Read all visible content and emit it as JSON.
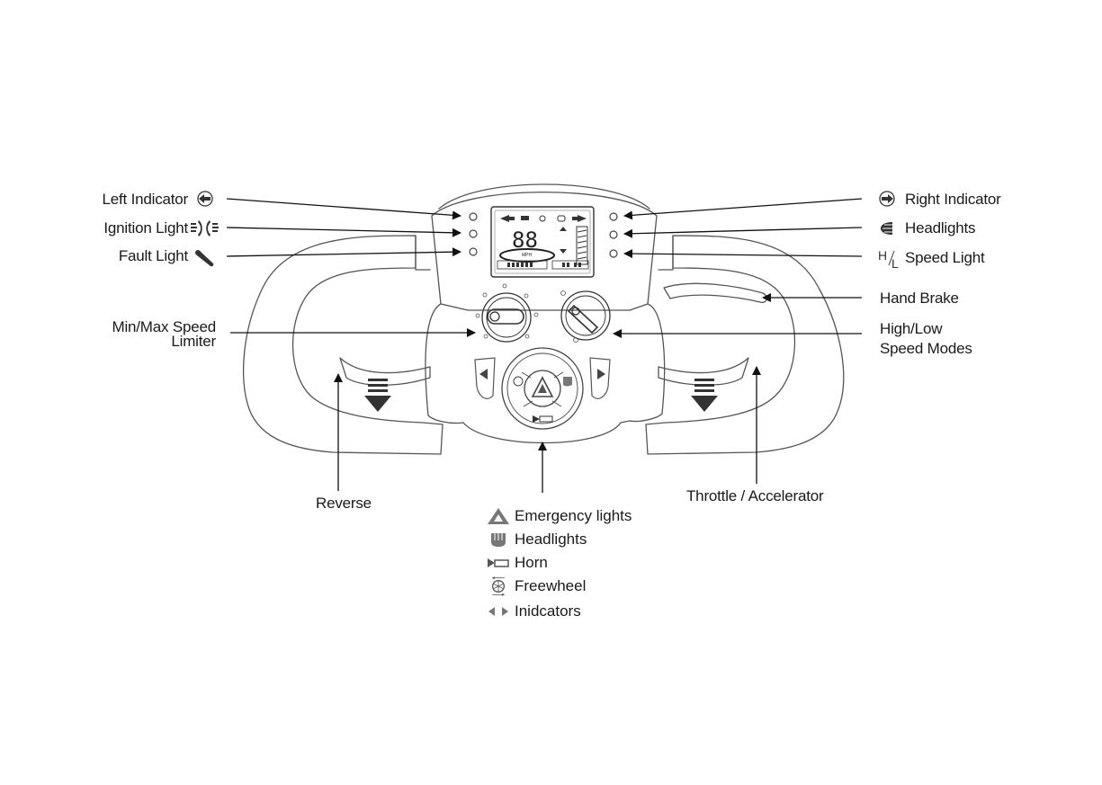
{
  "labels": {
    "left_indicator": "Left Indicator",
    "ignition_light": "Ignition Light",
    "fault_light": "Fault Light",
    "min_max_line1": "Min/Max Speed",
    "min_max_line2": "Limiter",
    "right_indicator": "Right Indicator",
    "headlights_right": "Headlights",
    "speed_light_prefix": "H/L",
    "speed_light": "Speed Light",
    "hand_brake": "Hand Brake",
    "high_low_line1": "High/Low",
    "high_low_line2": "Speed Modes",
    "reverse": "Reverse",
    "throttle": "Throttle / Accelerator"
  },
  "legend": [
    {
      "icon": "emergency-triangle-icon",
      "label": "Emergency lights"
    },
    {
      "icon": "headlight-icon",
      "label": "Headlights"
    },
    {
      "icon": "horn-icon",
      "label": "Horn"
    },
    {
      "icon": "freewheel-icon",
      "label": "Freewheel"
    },
    {
      "icon": "indicator-arrows-icon",
      "label": "Inidcators"
    }
  ],
  "display": {
    "speed_digits": "88",
    "unit": "MPH"
  }
}
